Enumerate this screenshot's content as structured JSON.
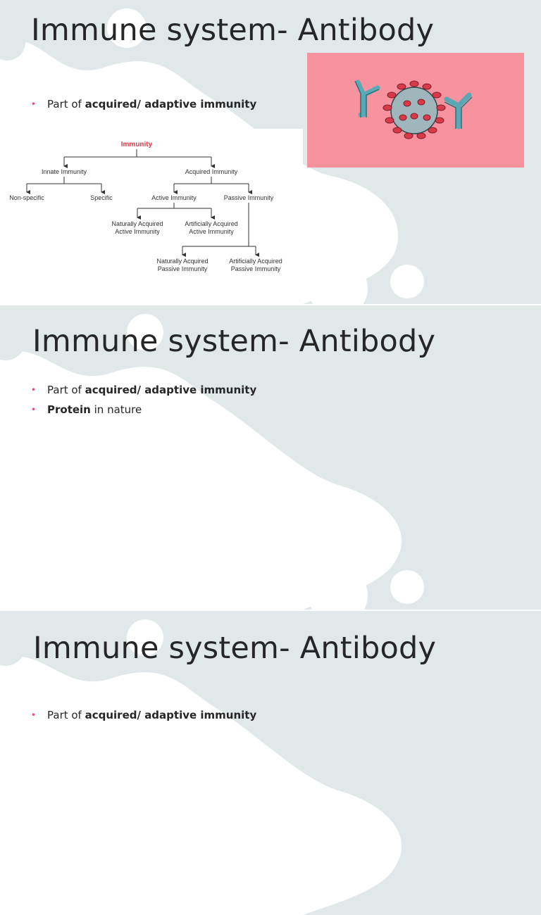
{
  "slides": [
    {
      "title": "Immune system- Antibody",
      "bullets": [
        {
          "pre": "Part of ",
          "bold": "acquired/ adaptive immunity",
          "post": ""
        }
      ],
      "diagram": {
        "root": "Immunity",
        "innate": "Innate Immunity",
        "acquired": "Acquired Immunity",
        "non_specific": "Non-specific",
        "specific": "Specific",
        "active": "Active Immunity",
        "passive": "Passive Immunity",
        "nat_active_1": "Naturally Acquired",
        "nat_active_2": "Active Immunity",
        "art_active_1": "Artificially Acquired",
        "art_active_2": "Active Immunity",
        "nat_passive_1": "Naturally Acquired",
        "nat_passive_2": "Passive Immunity",
        "art_passive_1": "Artificially Acquired",
        "art_passive_2": "Passive Immunity"
      },
      "illustration": {
        "background": "#f7939f",
        "virus_color": "#d93a4a",
        "antibody_color": "#5aa8b5"
      }
    },
    {
      "title": "Immune system- Antibody",
      "bullets": [
        {
          "pre": "Part of ",
          "bold": "acquired/ adaptive immunity",
          "post": ""
        },
        {
          "pre": "",
          "bold": "Protein",
          "post": " in nature"
        }
      ]
    },
    {
      "title": "Immune system- Antibody",
      "bullets": [
        {
          "pre": "Part of ",
          "bold": "acquired/ adaptive immunity",
          "post": ""
        }
      ]
    }
  ],
  "colors": {
    "slide_bg": "#e1e8ea",
    "bullet": "#e84d6f",
    "title": "#262626",
    "diagram_root": "#d93a4a"
  }
}
